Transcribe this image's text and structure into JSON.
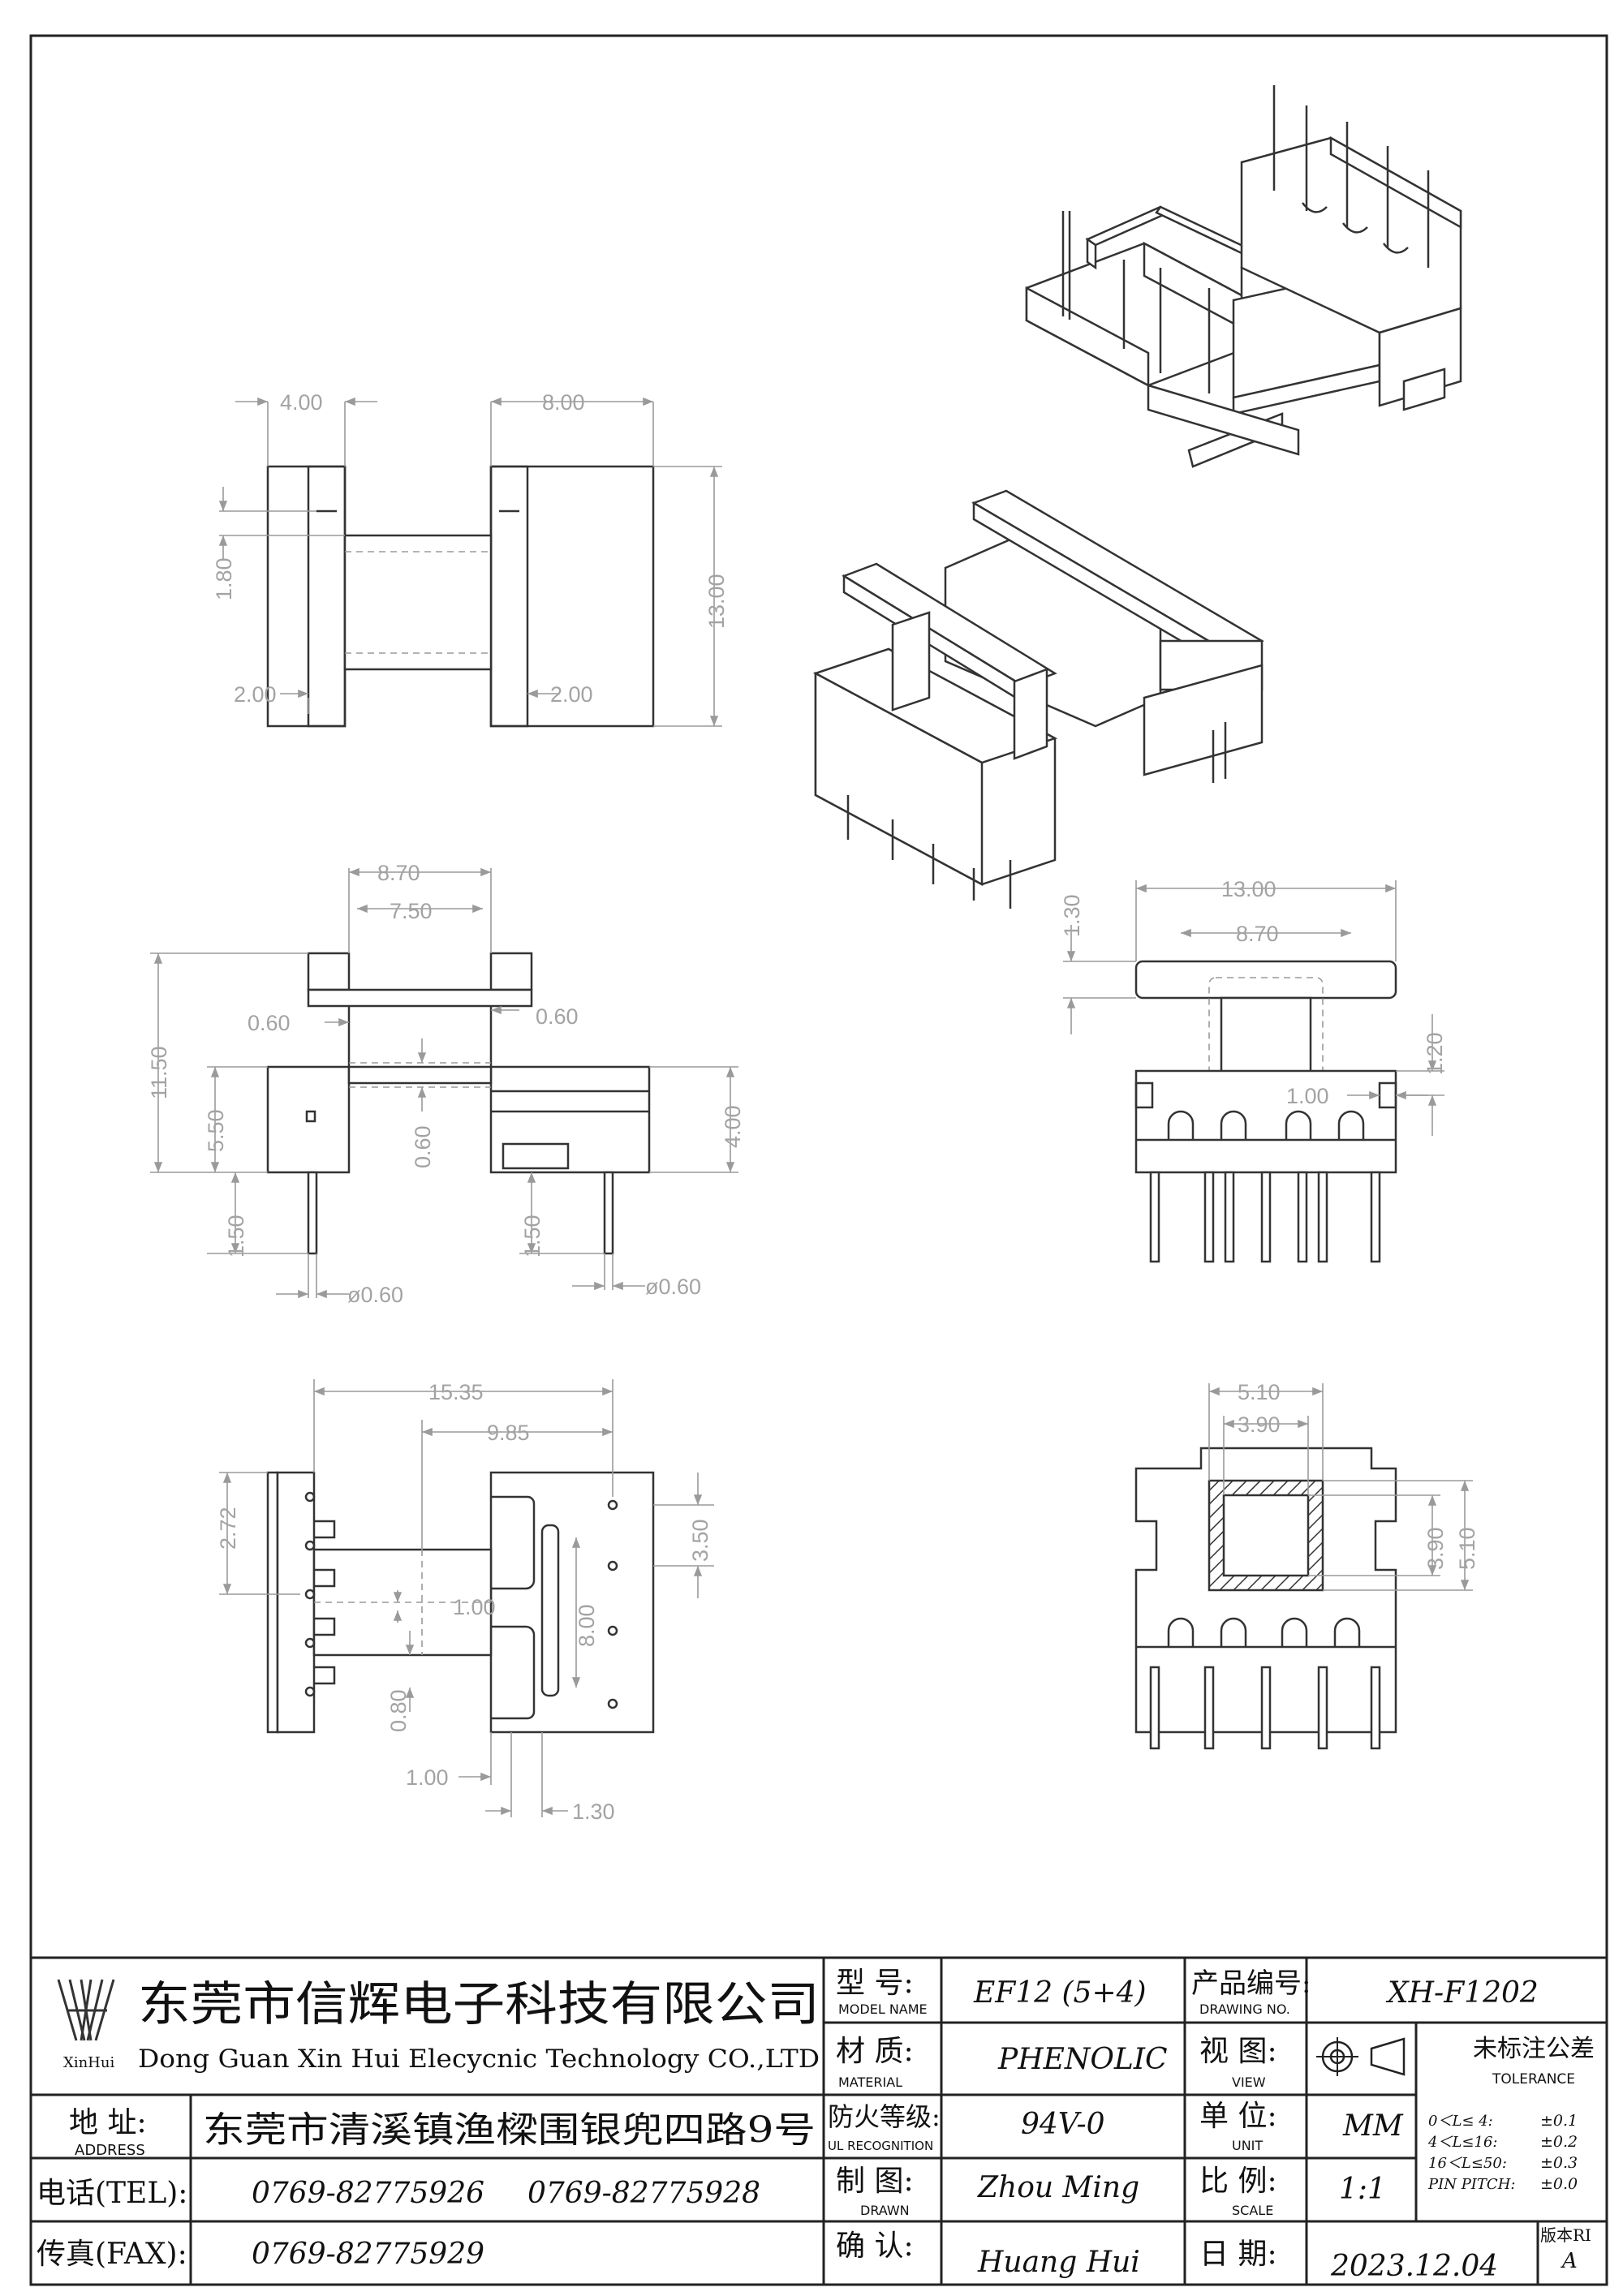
{
  "company": {
    "logo_text": "XinHui",
    "name_cn": "东莞市信辉电子科技有限公司",
    "name_en": "Dong Guan Xin Hui Elecycnic Technology CO.,LTD"
  },
  "title_block": {
    "address_label_cn": "地  址:",
    "address_label_en": "ADDRESS",
    "address_value": "东莞市清溪镇渔樑围银兜四路9号",
    "tel_label": "电话(TEL):",
    "tel_values": [
      "0769-82775926",
      "0769-82775928"
    ],
    "fax_label": "传真(FAX):",
    "fax_value": "0769-82775929",
    "model_label_cn": "型  号:",
    "model_label_en": "MODEL NAME",
    "model_value": "EF12 (5+4)",
    "material_label_cn": "材  质:",
    "material_label_en": "MATERIAL",
    "material_value": "PHENOLIC",
    "ul_label_cn": "防火等级:",
    "ul_label_en": "UL RECOGNITION",
    "ul_value": "94V-0",
    "drawn_label_cn": "制  图:",
    "drawn_label_en": "DRAWN",
    "drawn_value": "Zhou Ming",
    "check_label_cn": "确  认:",
    "check_value": "Huang Hui",
    "drawing_no_label_cn": "产品编号:",
    "drawing_no_label_en": "DRAWING NO.",
    "drawing_no_value": "XH-F1202",
    "view_label_cn": "视  图:",
    "view_label_en": "VIEW",
    "unit_label_cn": "单  位:",
    "unit_label_en": "UNIT",
    "unit_value": "MM",
    "scale_label_cn": "比  例:",
    "scale_label_en": "SCALE",
    "scale_value": "1:1",
    "date_label_cn": "日  期:",
    "date_value": "2023.12.04",
    "version_label": "版本RI",
    "version_value": "A",
    "tolerance_title_cn": "未标注公差",
    "tolerance_title_en": "TOLERANCE",
    "tolerance_rows": [
      {
        "range": "0＜L≤ 4:",
        "value": "±0.1"
      },
      {
        "range": "4＜L≤16:",
        "value": "±0.2"
      },
      {
        "range": "16＜L≤50:",
        "value": "±0.3"
      },
      {
        "range": "PIN PITCH:",
        "value": "±0.0"
      }
    ]
  },
  "dimensions": {
    "top_view": [
      "4.00",
      "8.00",
      "1.80",
      "13.00",
      "2.00",
      "2.00"
    ],
    "side_view": [
      "8.70",
      "7.50",
      "0.60",
      "0.60",
      "11.50",
      "5.50",
      "0.60",
      "4.00",
      "1.50",
      "1.50",
      "ø0.60",
      "ø0.60"
    ],
    "end_view": [
      "13.00",
      "8.70",
      "1.30",
      "1.20",
      "1.00"
    ],
    "bottom_view": [
      "15.35",
      "9.85",
      "2.72",
      "3.50",
      "1.00",
      "8.00",
      "0.80",
      "1.00",
      "1.30"
    ],
    "section_view": [
      "5.10",
      "3.90",
      "3.90",
      "5.10"
    ]
  }
}
